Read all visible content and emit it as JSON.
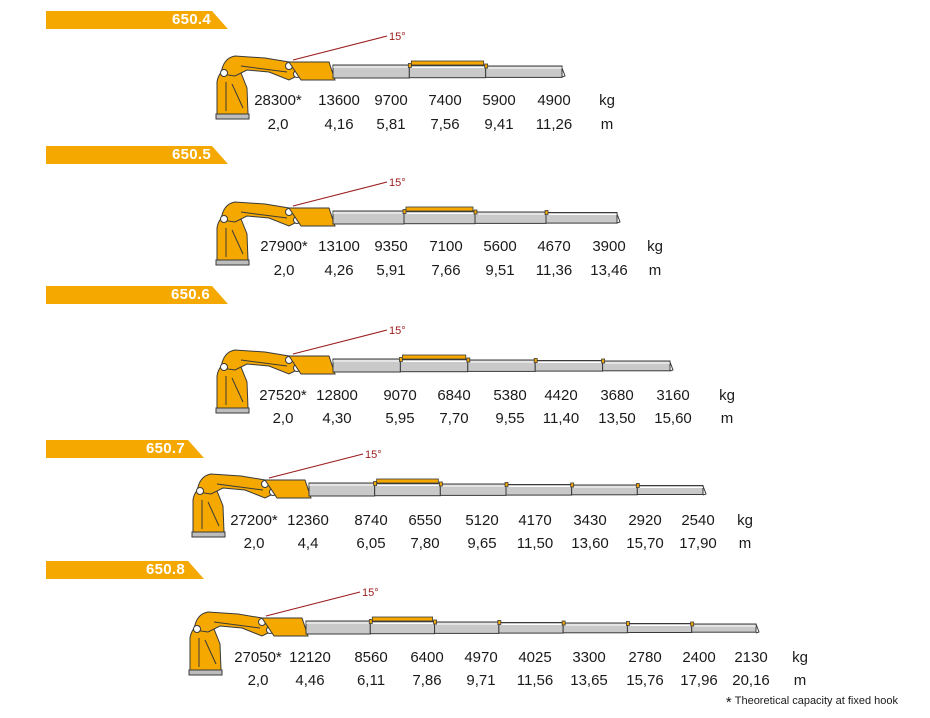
{
  "colors": {
    "boom": "#F5A800",
    "steel": "#C9C9C9",
    "outline": "#3A3A3A",
    "angle_line": "#9B1B1B",
    "tab": "#F5A800"
  },
  "models": [
    {
      "name": "650.4",
      "angle": "15°",
      "loads": [
        "28300*",
        "13600",
        "9700",
        "7400",
        "5900",
        "4900"
      ],
      "load_unit": "kg",
      "reaches": [
        "2,0",
        "4,16",
        "5,81",
        "7,56",
        "9,41",
        "11,26"
      ],
      "reach_unit": "m"
    },
    {
      "name": "650.5",
      "angle": "15°",
      "loads": [
        "27900*",
        "13100",
        "9350",
        "7100",
        "5600",
        "4670",
        "3900"
      ],
      "load_unit": "kg",
      "reaches": [
        "2,0",
        "4,26",
        "5,91",
        "7,66",
        "9,51",
        "11,36",
        "13,46"
      ],
      "reach_unit": "m"
    },
    {
      "name": "650.6",
      "angle": "15°",
      "loads": [
        "27520*",
        "12800",
        "9070",
        "6840",
        "5380",
        "4420",
        "3680",
        "3160"
      ],
      "load_unit": "kg",
      "reaches": [
        "2,0",
        "4,30",
        "5,95",
        "7,70",
        "9,55",
        "11,40",
        "13,50",
        "15,60"
      ],
      "reach_unit": "m"
    },
    {
      "name": "650.7",
      "angle": "15°",
      "loads": [
        "27200*",
        "12360",
        "8740",
        "6550",
        "5120",
        "4170",
        "3430",
        "2920",
        "2540"
      ],
      "load_unit": "kg",
      "reaches": [
        "2,0",
        "4,4",
        "6,05",
        "7,80",
        "9,65",
        "11,50",
        "13,60",
        "15,70",
        "17,90"
      ],
      "reach_unit": "m"
    },
    {
      "name": "650.8",
      "angle": "15°",
      "loads": [
        "27050*",
        "12120",
        "8560",
        "6400",
        "4970",
        "4025",
        "3300",
        "2780",
        "2400",
        "2130"
      ],
      "load_unit": "kg",
      "reaches": [
        "2,0",
        "4,46",
        "6,11",
        "7,86",
        "9,71",
        "11,56",
        "13,65",
        "15,76",
        "17,96",
        "20,16"
      ],
      "reach_unit": "m"
    }
  ],
  "footnote": {
    "marker": "*",
    "text": "Theoretical capacity at fixed hook"
  }
}
